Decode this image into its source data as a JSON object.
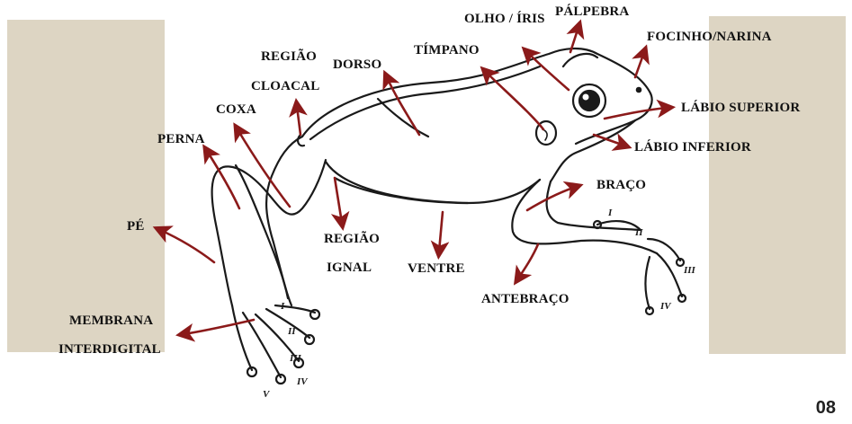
{
  "colors": {
    "panel": "#ddd5c3",
    "arrow": "#8b1a1a",
    "outline": "#1a1a1a"
  },
  "labels": {
    "palpebra": "PÁLPEBRA",
    "olho_iris": "OLHO / ÍRIS",
    "focinho_narina": "FOCINHO/NARINA",
    "timpano": "TÍMPANO",
    "regiao": "REGIÃO",
    "cloacal": "CLOACAL",
    "dorso": "DORSO",
    "labio_superior": "LÁBIO SUPERIOR",
    "labio_inferior": "LÁBIO INFERIOR",
    "coxa": "COXA",
    "perna": "PERNA",
    "braco": "BRAÇO",
    "pe": "PÉ",
    "regiao_ignal_1": "REGIÃO",
    "regiao_ignal_2": "IGNAL",
    "ventre": "VENTRE",
    "antebraco": "ANTEBRAÇO",
    "membrana": "MEMBRANA",
    "interdigital": "INTERDIGITAL"
  },
  "digit_numerals": {
    "hand": [
      "I",
      "II",
      "III",
      "IV"
    ],
    "foot": [
      "I",
      "II",
      "III",
      "IV",
      "V"
    ]
  },
  "page_number": "08"
}
